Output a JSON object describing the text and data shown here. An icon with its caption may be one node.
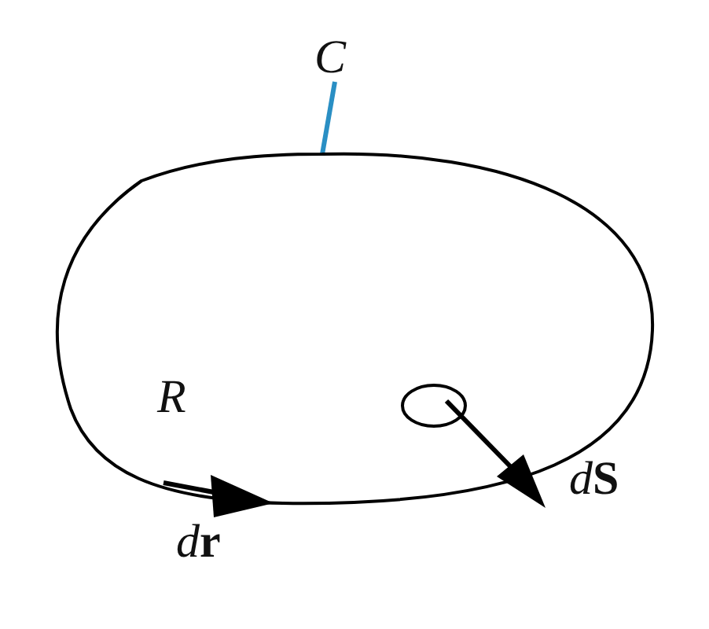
{
  "diagram": {
    "nodes": [
      {
        "text": [
          "C"
        ]
      },
      {
        "text": [],
        "shape": "circle"
      }
    ],
    "edges": [
      {
        "from": 0,
        "to": 1,
        "arrow": "none"
      }
    ],
    "labels": [
      "R",
      "d**r**",
      "d**S**"
    ]
  }
}
